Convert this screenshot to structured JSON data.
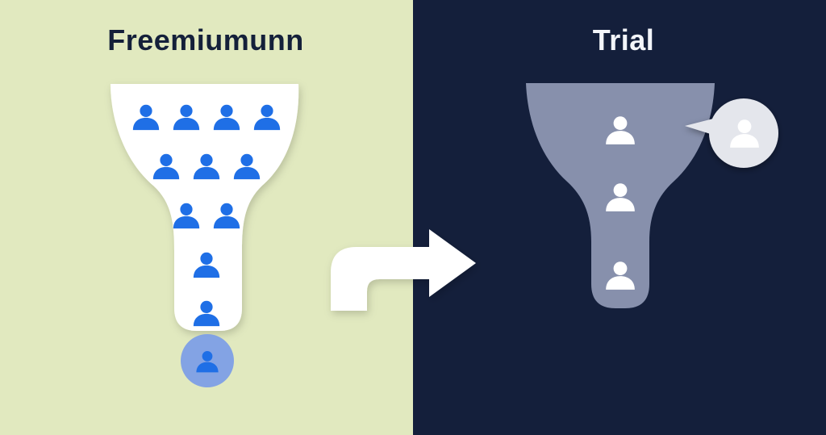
{
  "panels": {
    "left": {
      "title": "Freemiumunn",
      "background": "#e1e9bf",
      "funnel_fill": "#ffffff",
      "icon_color": "#1f6fe6",
      "user_icon": "user-icon",
      "highlight_icon": "user-circle-icon",
      "user_rows": [
        4,
        3,
        2,
        1,
        1
      ]
    },
    "right": {
      "title": "Trial",
      "background": "#141f3b",
      "funnel_fill": "#8d97b2",
      "icon_color": "#ffffff",
      "user_icon": "user-icon",
      "callout_icon": "user-speech-bubble-icon",
      "user_count": 3
    }
  },
  "connector": {
    "icon": "bent-arrow-right-icon",
    "color": "#ffffff"
  }
}
